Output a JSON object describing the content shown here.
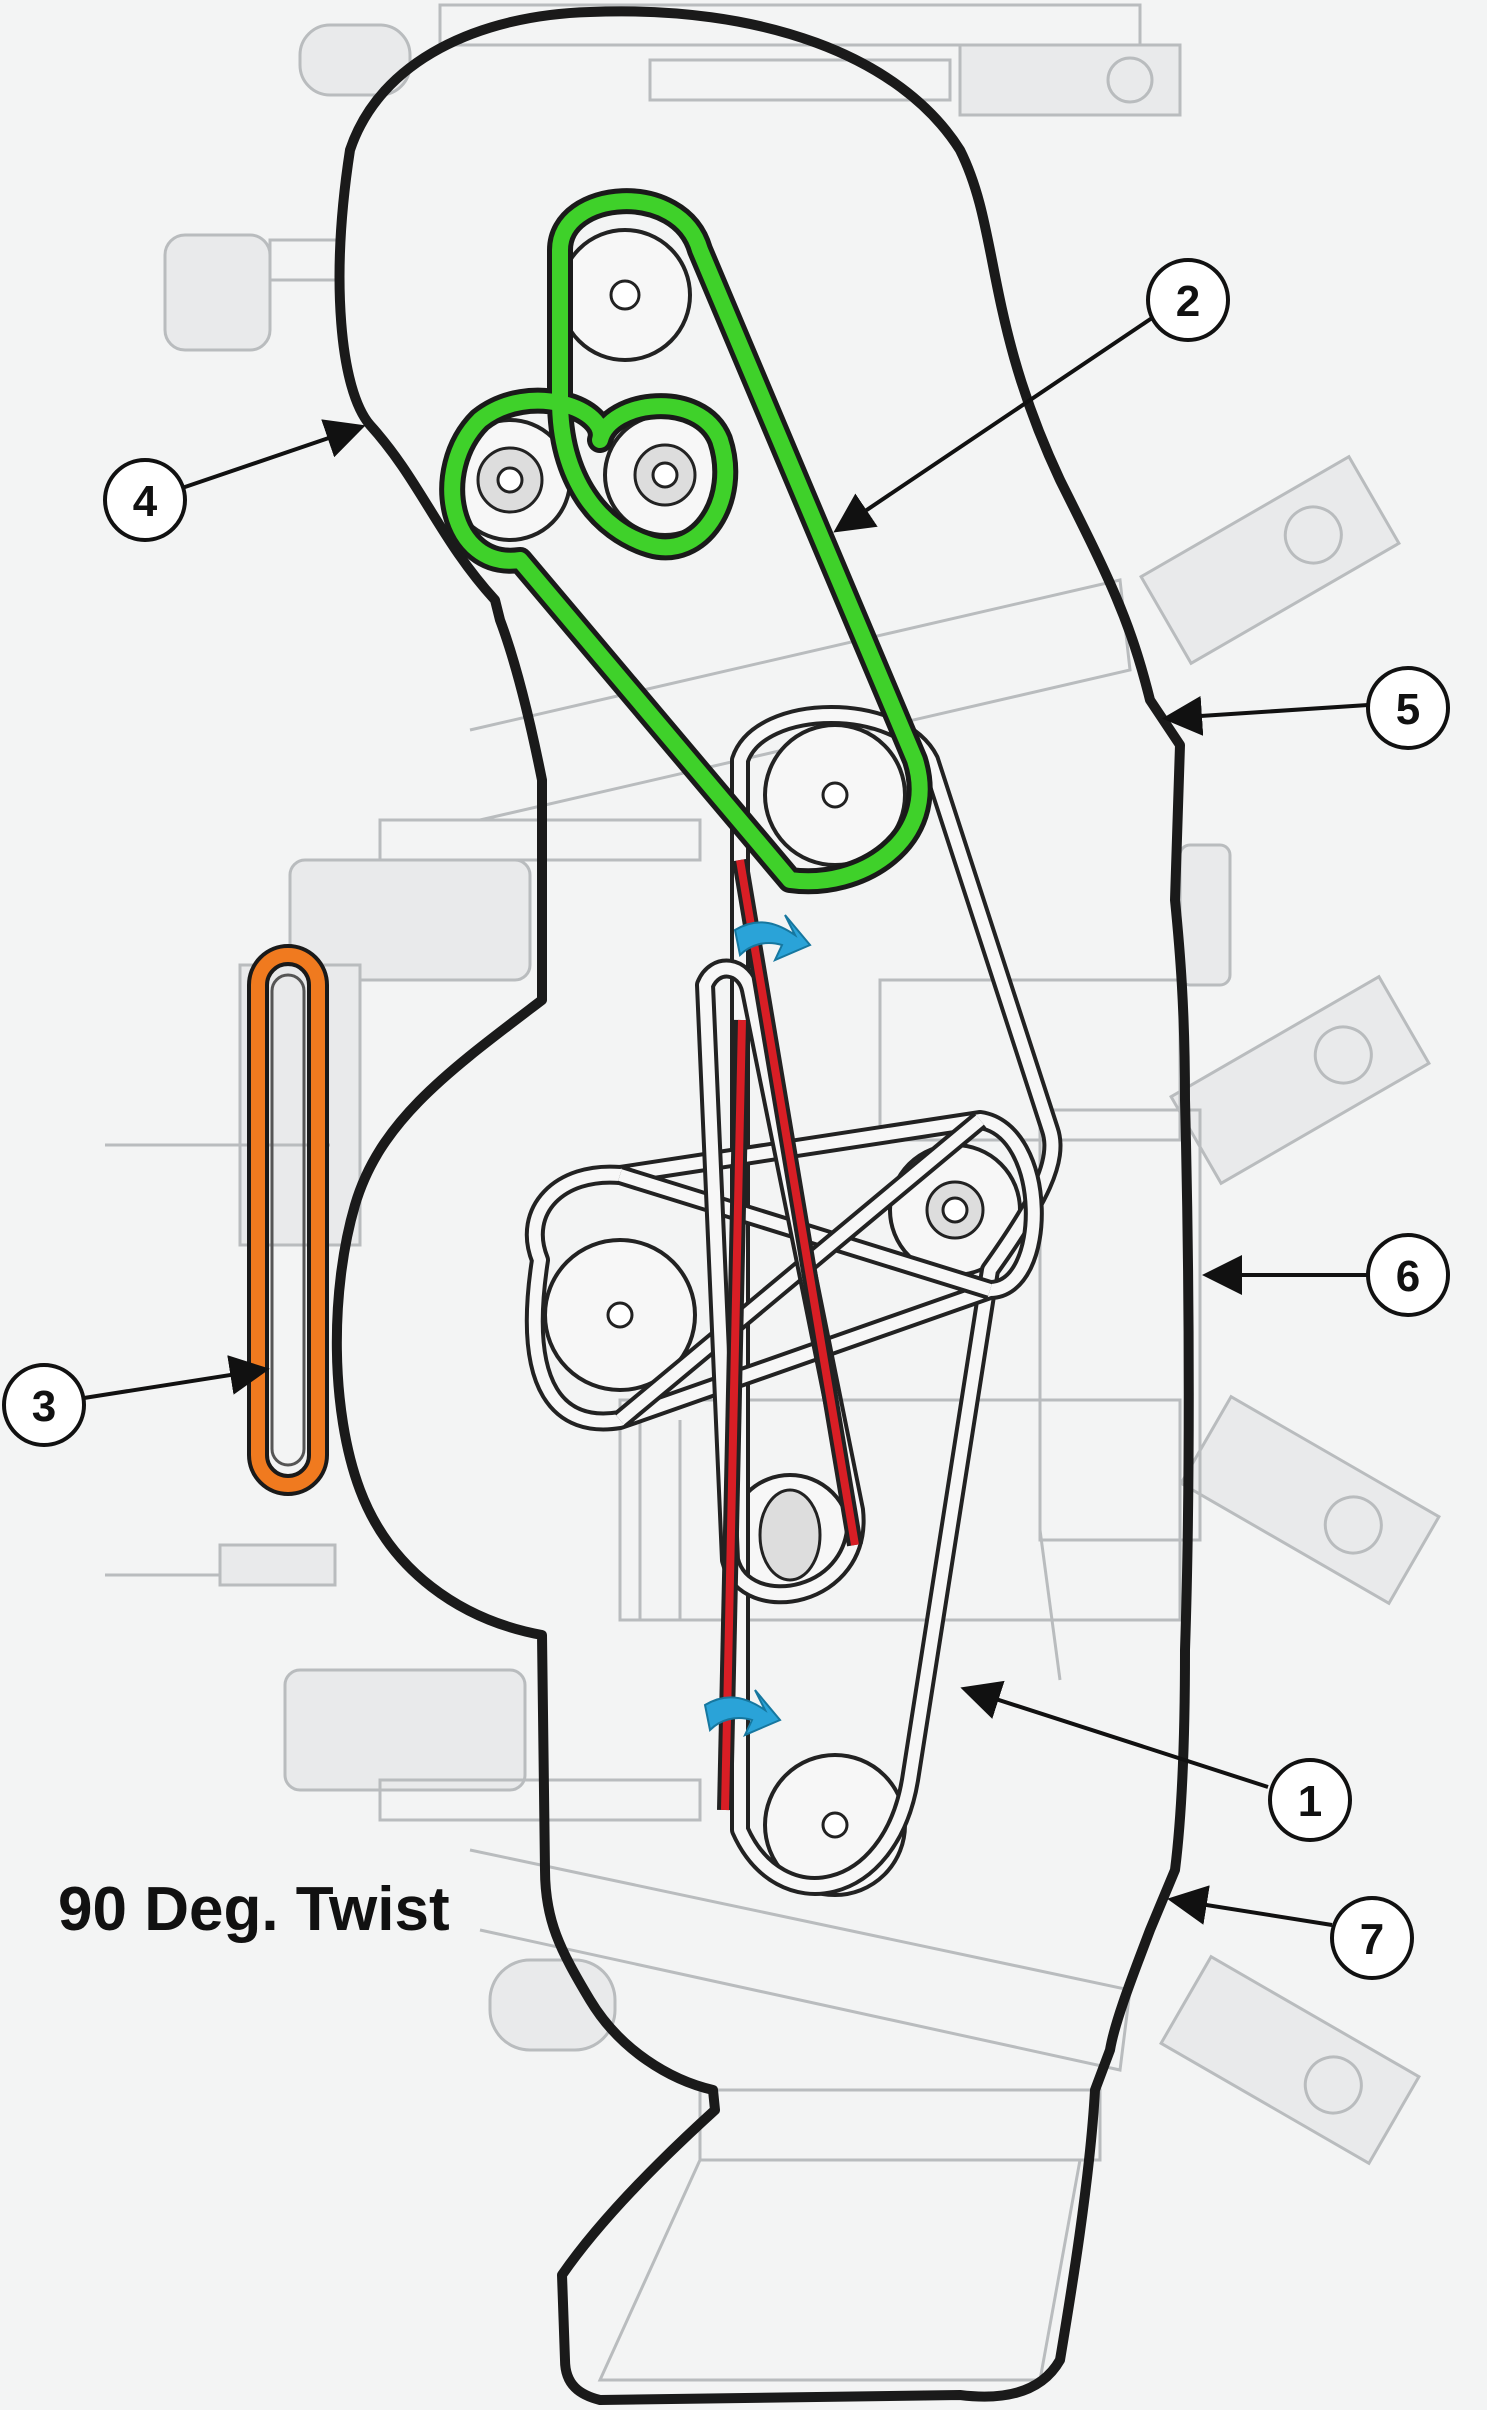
{
  "caption": "90 Deg. Twist",
  "callouts": [
    {
      "id": "1",
      "label": "1"
    },
    {
      "id": "2",
      "label": "2"
    },
    {
      "id": "3",
      "label": "3"
    },
    {
      "id": "4",
      "label": "4"
    },
    {
      "id": "5",
      "label": "5"
    },
    {
      "id": "6",
      "label": "6"
    },
    {
      "id": "7",
      "label": "7"
    }
  ],
  "colors": {
    "housing_outline": "#1a1a1a",
    "belt_green": "#3fd12a",
    "belt_orange": "#f07a1f",
    "belt_red": "#d81e25",
    "twist_arrow": "#2aa3d8",
    "ghost_linework": "#b9bcbe",
    "background": "#f3f4f4"
  }
}
